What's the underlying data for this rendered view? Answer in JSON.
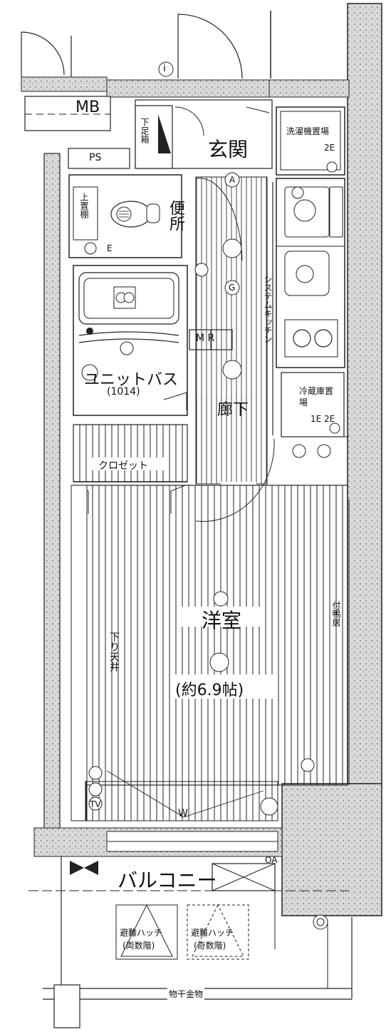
{
  "labels": {
    "mb": "MB",
    "ps": "PS",
    "i_mark": "i",
    "genkan": "玄関",
    "shoebox": "下足箱",
    "washer": "洗濯機置場",
    "wash_tag": "2E",
    "toilet": "便所",
    "upper_shelf": "上置棚",
    "toilet_e": "E",
    "unit_bath": "ユニットバス",
    "unit_bath_size": "(1014)",
    "mr": "M R",
    "kitchen": "システムキッチン",
    "fridge": "冷蔵庫置場",
    "fridge_tag": "1E 2E",
    "corridor": "廊下",
    "closet": "クロゼット",
    "western_room": "洋室",
    "room_size": "(約6.9帖)",
    "lowered_ceiling": "下り天井",
    "built_shelf": "付鴨居",
    "tv": "TV",
    "w_mark": "W",
    "oa": "OA",
    "balcony": "バルコニー",
    "hatch1": "避難ハッチ",
    "hatch1_sub": "(両数階)",
    "hatch2": "避難ハッチ",
    "hatch2_sub": "(奇数階)",
    "railing": "物干金物",
    "a_mark": "A",
    "g_mark": "G"
  }
}
